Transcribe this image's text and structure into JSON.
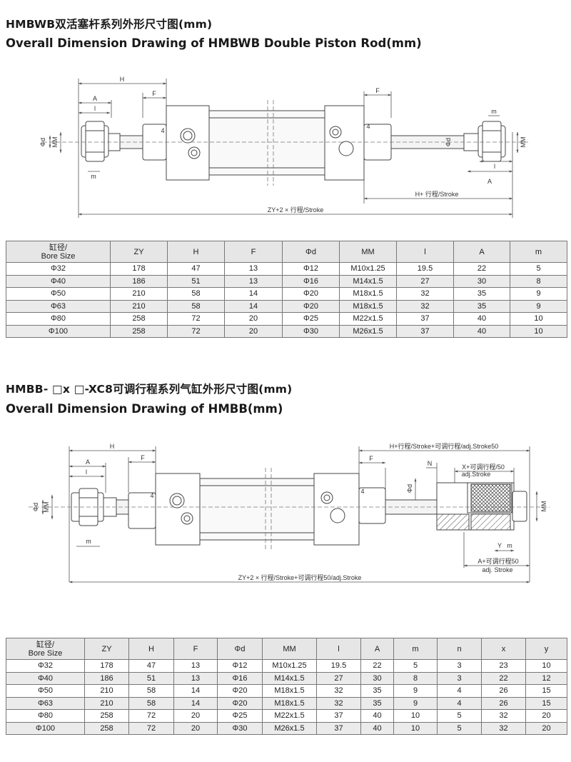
{
  "section1": {
    "title_cn": "HMBWB双活塞杆系列外形尺寸图(mm)",
    "title_en": "Overall Dimension Drawing of HMBWB Double Piston Rod(mm)",
    "drawing_labels": {
      "H": "H",
      "A_left": "A",
      "l_left": "l",
      "F_left": "F",
      "F_right": "F",
      "m_left": "m",
      "m_right": "m",
      "phi_d_left": "Φd",
      "MM_left": "MM",
      "phi_d_right": "Φd",
      "MM_right": "MM",
      "l_right": "l",
      "A_right": "A",
      "four_left": "4",
      "four_right": "4",
      "H_stroke": "H+ 行程/Stroke",
      "ZY_stroke": "ZY+2 × 行程/Stroke"
    },
    "table": {
      "headers": [
        "缸径/\nBore Size",
        "ZY",
        "H",
        "F",
        "Φd",
        "MM",
        "l",
        "A",
        "m"
      ],
      "rows": [
        [
          "Φ32",
          "178",
          "47",
          "13",
          "Φ12",
          "M10x1.25",
          "19.5",
          "22",
          "5"
        ],
        [
          "Φ40",
          "186",
          "51",
          "13",
          "Φ16",
          "M14x1.5",
          "27",
          "30",
          "8"
        ],
        [
          "Φ50",
          "210",
          "58",
          "14",
          "Φ20",
          "M18x1.5",
          "32",
          "35",
          "9"
        ],
        [
          "Φ63",
          "210",
          "58",
          "14",
          "Φ20",
          "M18x1.5",
          "32",
          "35",
          "9"
        ],
        [
          "Φ80",
          "258",
          "72",
          "20",
          "Φ25",
          "M22x1.5",
          "37",
          "40",
          "10"
        ],
        [
          "Φ100",
          "258",
          "72",
          "20",
          "Φ30",
          "M26x1.5",
          "37",
          "40",
          "10"
        ]
      ]
    }
  },
  "section2": {
    "title_cn": "HMBB- □x □-XC8可调行程系列气缸外形尺寸图(mm)",
    "title_en": "Overall Dimension Drawing of HMBB(mm)",
    "drawing_labels": {
      "H": "H",
      "A": "A",
      "l": "l",
      "F_left": "F",
      "F_right": "F",
      "m": "m",
      "phi_d_left": "Φd",
      "MM_left": "MM",
      "four_left": "4",
      "four_right": "4",
      "phi_d_right": "Φd",
      "MM_right": "MM",
      "N": "N",
      "H_stroke": "H+行程/Stroke+可调行程/adj.Stroke50",
      "X_stroke_1": "X+可调行程/50",
      "X_stroke_2": "adj.Stroke",
      "Y": "Y",
      "m_right": "m",
      "A_stroke_1": "A+可调行程50",
      "A_stroke_2": "adj. Stroke",
      "ZY_stroke": "ZY+2 × 行程/Stroke+可调行程50/adj.Stroke"
    },
    "table": {
      "headers": [
        "缸径/\nBore Size",
        "ZY",
        "H",
        "F",
        "Φd",
        "MM",
        "l",
        "A",
        "m",
        "n",
        "x",
        "y"
      ],
      "rows": [
        [
          "Φ32",
          "178",
          "47",
          "13",
          "Φ12",
          "M10x1.25",
          "19.5",
          "22",
          "5",
          "3",
          "23",
          "10"
        ],
        [
          "Φ40",
          "186",
          "51",
          "13",
          "Φ16",
          "M14x1.5",
          "27",
          "30",
          "8",
          "3",
          "22",
          "12"
        ],
        [
          "Φ50",
          "210",
          "58",
          "14",
          "Φ20",
          "M18x1.5",
          "32",
          "35",
          "9",
          "4",
          "26",
          "15"
        ],
        [
          "Φ63",
          "210",
          "58",
          "14",
          "Φ20",
          "M18x1.5",
          "32",
          "35",
          "9",
          "4",
          "26",
          "15"
        ],
        [
          "Φ80",
          "258",
          "72",
          "20",
          "Φ25",
          "M22x1.5",
          "37",
          "40",
          "10",
          "5",
          "32",
          "20"
        ],
        [
          "Φ100",
          "258",
          "72",
          "20",
          "Φ30",
          "M26x1.5",
          "37",
          "40",
          "10",
          "5",
          "32",
          "20"
        ]
      ]
    }
  }
}
